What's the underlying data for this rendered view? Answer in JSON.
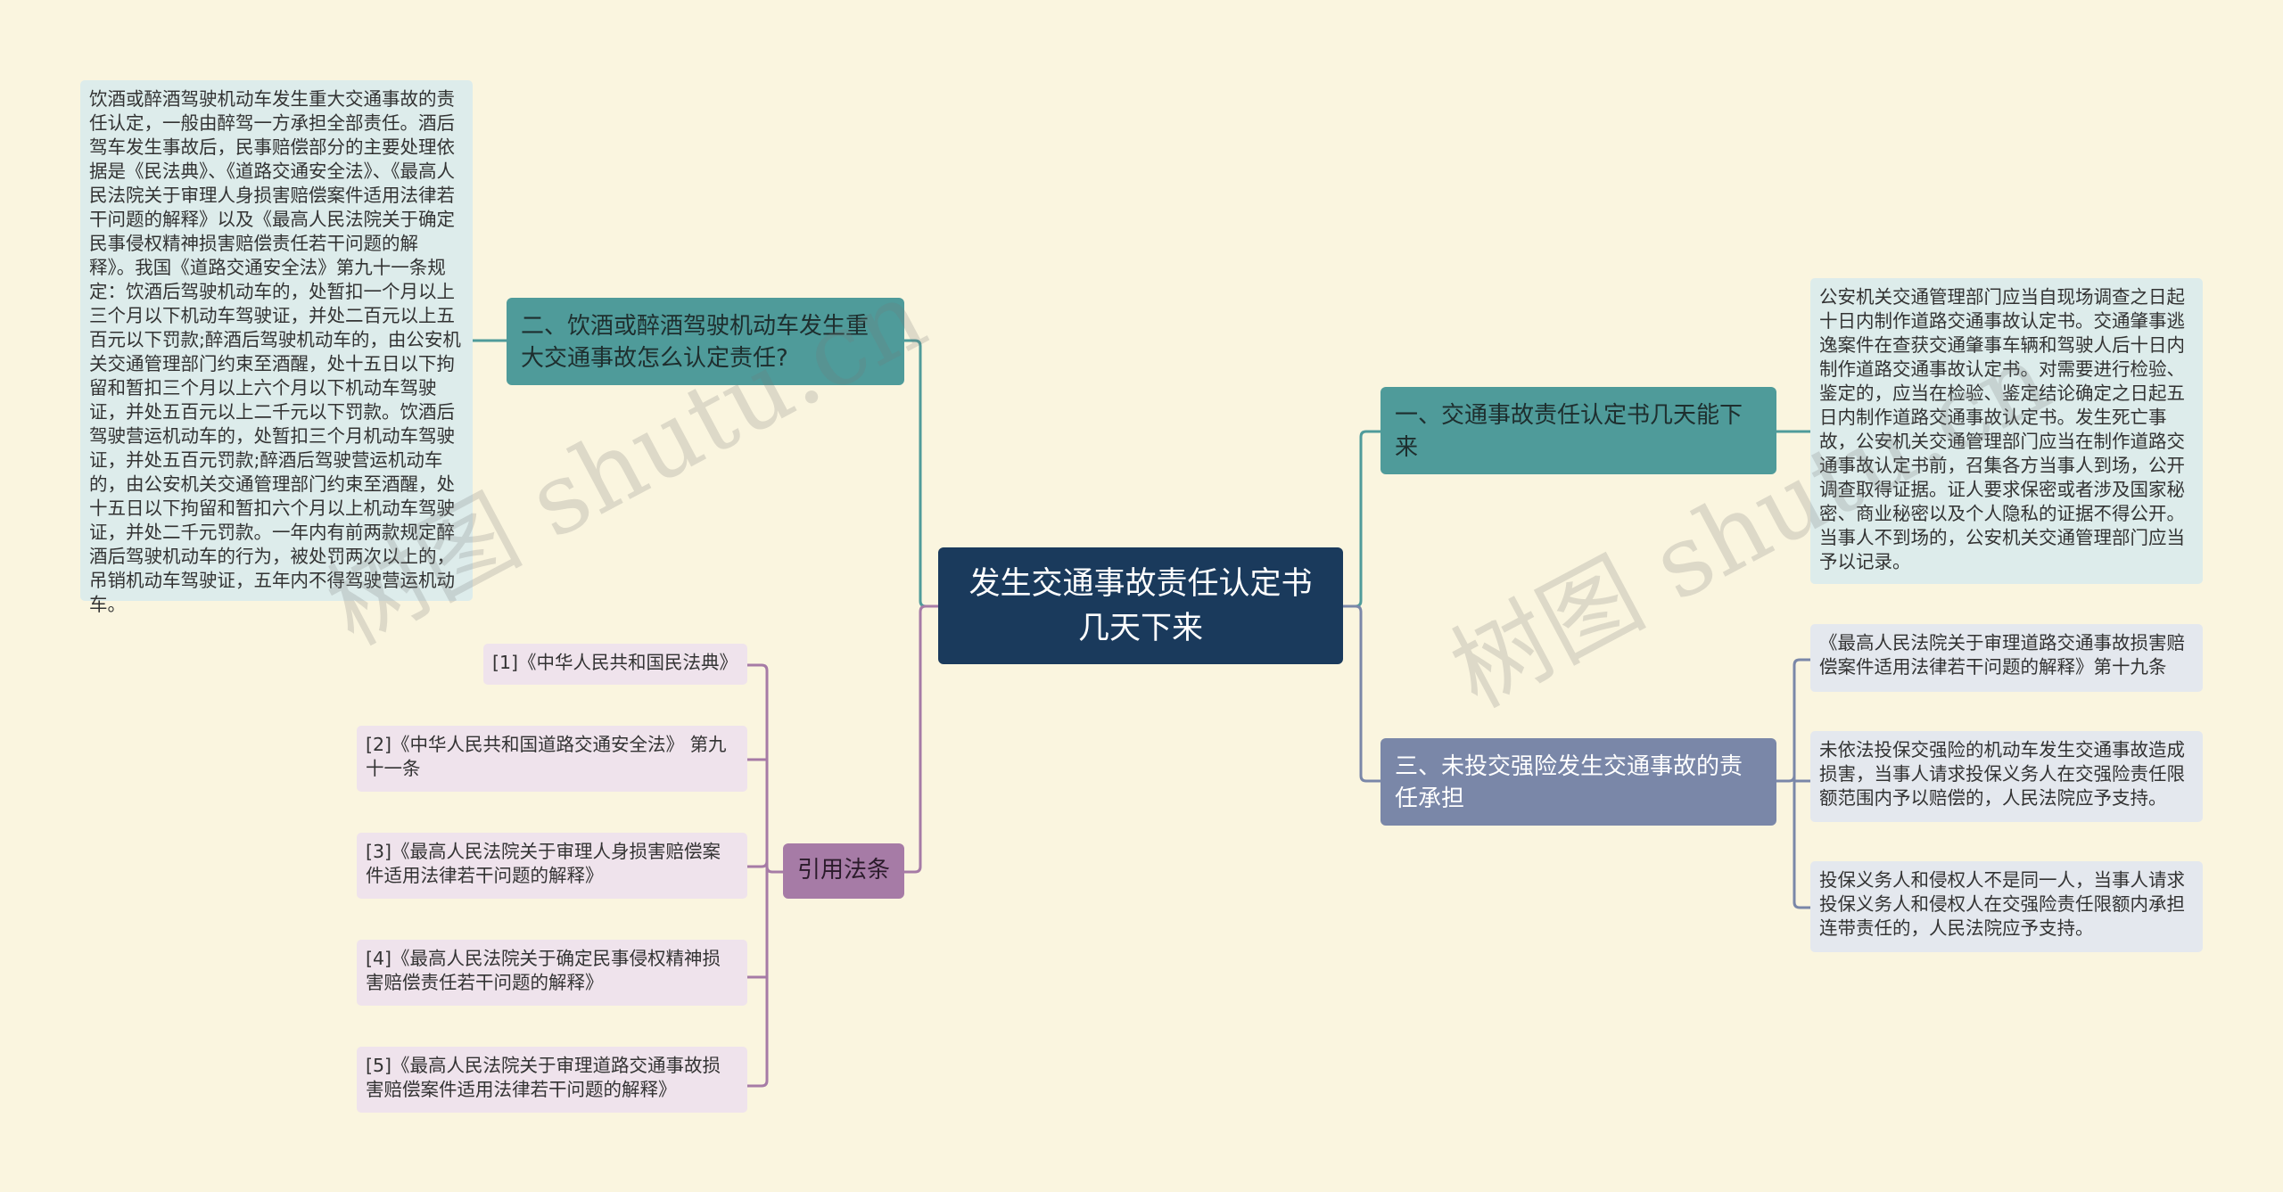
{
  "colors": {
    "background": "#faf5df",
    "root": "#1a3a5c",
    "teal_branch": "#4f9b9a",
    "slate_branch": "#7a87a8",
    "purple_branch": "#a67ba6",
    "teal_leaf": "#ddeceb",
    "slate_leaf": "#e4e8ee",
    "purple_leaf": "#efe3ec"
  },
  "root": {
    "label": "发生交通事故责任认定书几天下来"
  },
  "branches": {
    "b1": {
      "label": "一、交通事故责任认定书几天能下来",
      "leaves": [
        "公安机关交通管理部门应当自现场调查之日起十日内制作道路交通事故认定书。交通肇事逃逸案件在查获交通肇事车辆和驾驶人后十日内制作道路交通事故认定书。对需要进行检验、鉴定的，应当在检验、鉴定结论确定之日起五日内制作道路交通事故认定书。发生死亡事故，公安机关交通管理部门应当在制作道路交通事故认定书前，召集各方当事人到场，公开调查取得证据。证人要求保密或者涉及国家秘密、商业秘密以及个人隐私的证据不得公开。当事人不到场的，公安机关交通管理部门应当予以记录。"
      ]
    },
    "b2": {
      "label": "二、饮酒或醉酒驾驶机动车发生重大交通事故怎么认定责任?",
      "leaves": [
        "饮酒或醉酒驾驶机动车发生重大交通事故的责任认定，一般由醉驾一方承担全部责任。酒后驾车发生事故后，民事赔偿部分的主要处理依据是《民法典》、《道路交通安全法》、《最高人民法院关于审理人身损害赔偿案件适用法律若干问题的解释》以及《最高人民法院关于确定民事侵权精神损害赔偿责任若干问题的解释》。我国《道路交通安全法》第九十一条规定：饮酒后驾驶机动车的，处暂扣一个月以上三个月以下机动车驾驶证，并处二百元以上五百元以下罚款;醉酒后驾驶机动车的，由公安机关交通管理部门约束至酒醒，处十五日以下拘留和暂扣三个月以上六个月以下机动车驾驶证，并处五百元以上二千元以下罚款。饮酒后驾驶营运机动车的，处暂扣三个月机动车驾驶证，并处五百元罚款;醉酒后驾驶营运机动车的，由公安机关交通管理部门约束至酒醒，处十五日以下拘留和暂扣六个月以上机动车驾驶证，并处二千元罚款。一年内有前两款规定醉酒后驾驶机动车的行为，被处罚两次以上的，吊销机动车驾驶证，五年内不得驾驶营运机动车。"
      ]
    },
    "b3": {
      "label": "三、未投交强险发生交通事故的责任承担",
      "leaves": [
        "《最高人民法院关于审理道路交通事故损害赔偿案件适用法律若干问题的解释》第十九条",
        "未依法投保交强险的机动车发生交通事故造成损害，当事人请求投保义务人在交强险责任限额范围内予以赔偿的，人民法院应予支持。",
        "投保义务人和侵权人不是同一人，当事人请求投保义务人和侵权人在交强险责任限额内承担连带责任的，人民法院应予支持。"
      ]
    },
    "b4": {
      "label": "引用法条",
      "leaves": [
        "[1]《中华人民共和国民法典》",
        "[2]《中华人民共和国道路交通安全法》 第九十一条",
        "[3]《最高人民法院关于审理人身损害赔偿案件适用法律若干问题的解释》",
        "[4]《最高人民法院关于确定民事侵权精神损害赔偿责任若干问题的解释》",
        "[5]《最高人民法院关于审理道路交通事故损害赔偿案件适用法律若干问题的解释》"
      ]
    }
  },
  "watermark": "树图 shutu.cn"
}
